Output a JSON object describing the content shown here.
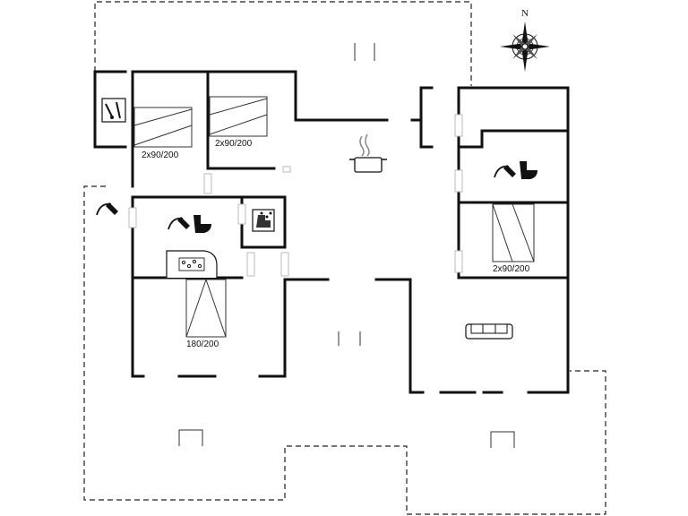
{
  "compass": {
    "north_label": "N"
  },
  "labels": {
    "bed_top_left": "2x90/200",
    "bed_top_middle": "2x90/200",
    "bed_right": "2x90/200",
    "bed_double": "180/200"
  },
  "icons": [
    "compass-rose-icon",
    "utility-room-icon",
    "bathroom-icon",
    "shower-icon",
    "toilet-icon",
    "sauna-icon",
    "cooking-pot-icon",
    "hot-tub-icon",
    "sofa-icon",
    "steps-icon"
  ]
}
